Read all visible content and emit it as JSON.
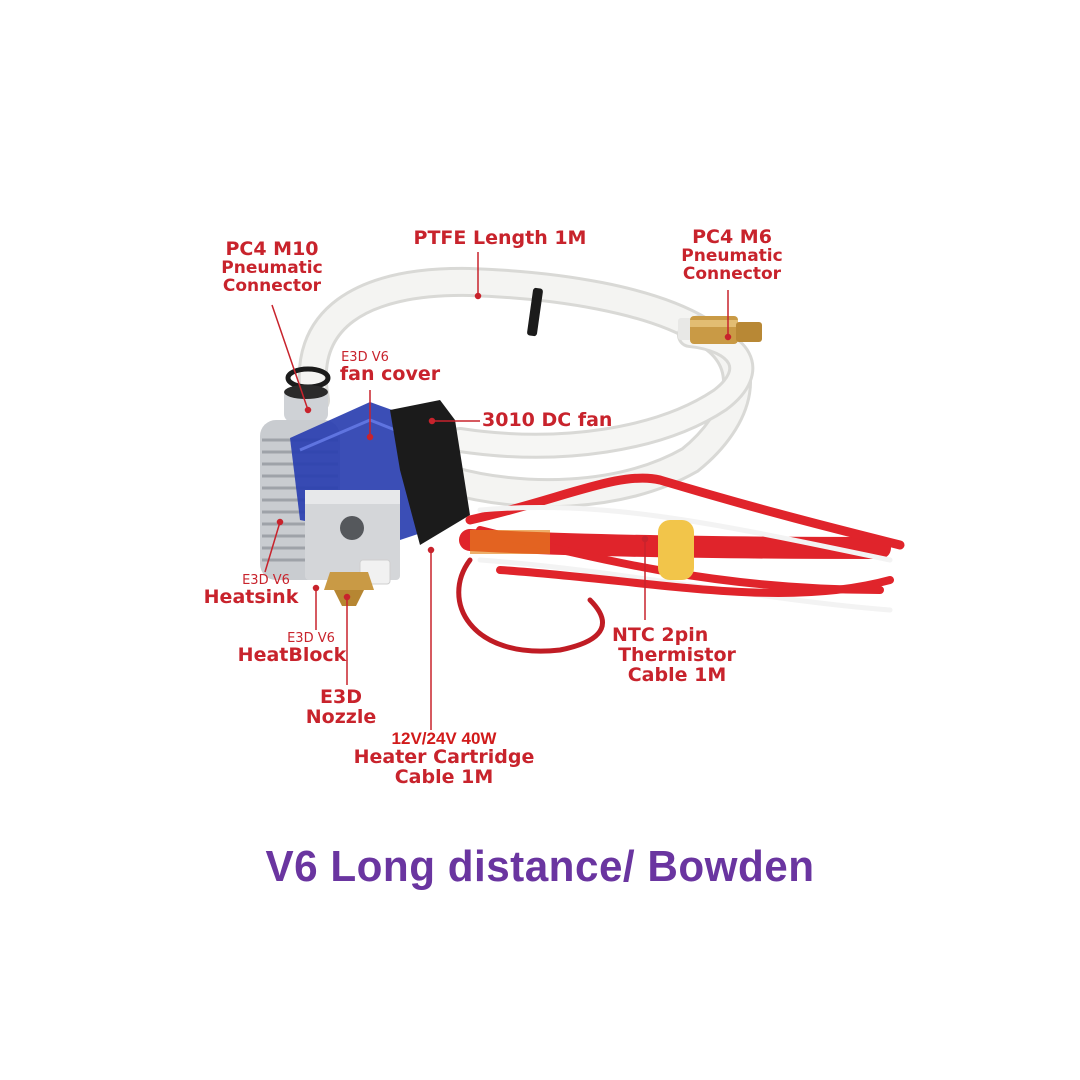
{
  "product": {
    "title": "V6 Long distance/ Bowden",
    "colors": {
      "label_red": "#c8232c",
      "title_purple": "#6a35a0",
      "ptfe_white": "#f1f1ef",
      "fan_cover_blue": "#2a3fb0",
      "fan_black": "#1b1b1b",
      "heatsink_silver": "#c9ccd0",
      "brass": "#c99a45",
      "cable_red": "#e0242b"
    }
  },
  "labels": {
    "pc4_m10": {
      "line1": "PC4 M10",
      "line2": "Pneumatic",
      "line3": "Connector"
    },
    "ptfe": {
      "line1": "PTFE Length 1M"
    },
    "pc4_m6": {
      "line1": "PC4 M6",
      "line2": "Pneumatic",
      "line3": "Connector"
    },
    "fan_cover": {
      "line1": "E3D V6",
      "line2": "fan cover"
    },
    "dc_fan": {
      "line1": "3010 DC fan"
    },
    "heatsink": {
      "line1": "E3D V6",
      "line2": "Heatsink"
    },
    "heatblock": {
      "line1": "E3D V6",
      "line2": "HeatBlock"
    },
    "nozzle": {
      "line1": "E3D",
      "line2": "Nozzle"
    },
    "heater": {
      "line1": "12V/24V 40W",
      "line2": "Heater Cartridge",
      "line3": "Cable 1M"
    },
    "thermistor": {
      "line1": "NTC 2pin",
      "line2": "Thermistor",
      "line3": "Cable 1M"
    }
  }
}
